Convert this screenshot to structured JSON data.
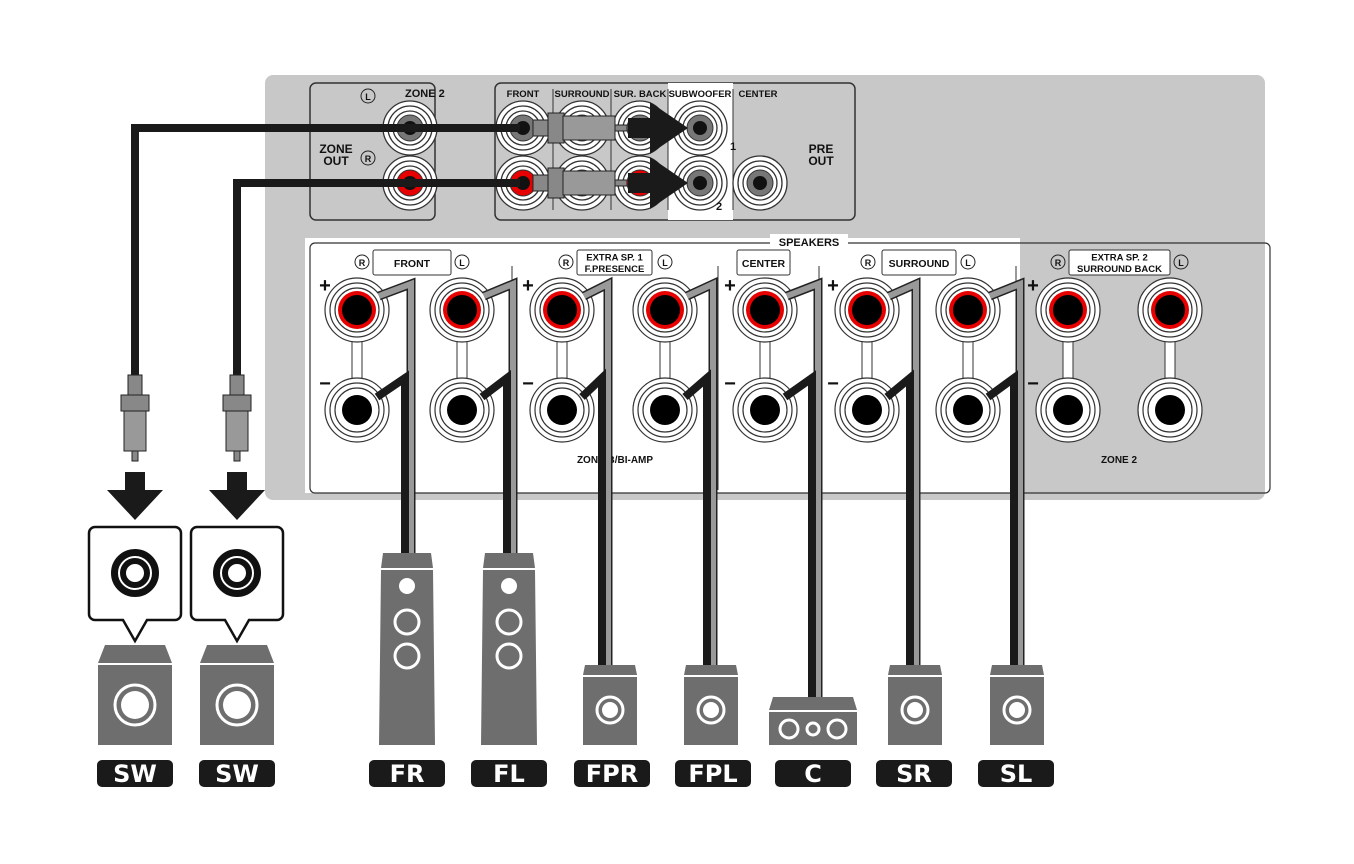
{
  "pre_out_panel": {
    "zone_out_label": "ZONE OUT",
    "zone2_label": "ZONE 2",
    "left_mark": "L",
    "right_mark": "R",
    "columns": [
      "FRONT",
      "SURROUND",
      "SUR. BACK",
      "SUBWOOFER",
      "CENTER"
    ],
    "subwoofer_ports": [
      "1",
      "2"
    ],
    "pre_out_label": "PRE OUT"
  },
  "speakers_panel": {
    "title": "SPEAKERS",
    "sections": [
      "FRONT",
      "EXTRA SP. 1",
      "F.PRESENCE",
      "CENTER",
      "SURROUND",
      "EXTRA SP. 2",
      "SURROUND BACK"
    ],
    "plus": "+",
    "minus": "−",
    "zone_b_label": "ZONE B/BI-AMP",
    "zone2_label": "ZONE 2"
  },
  "speaker_labels": [
    "SW",
    "SW",
    "FR",
    "FL",
    "FPR",
    "FPL",
    "C",
    "SR",
    "SL"
  ],
  "colors": {
    "panel": "#c8c8c8",
    "speaker": "#6e6e6e",
    "red": "#e60000",
    "label_bg": "#1a1a1a"
  }
}
